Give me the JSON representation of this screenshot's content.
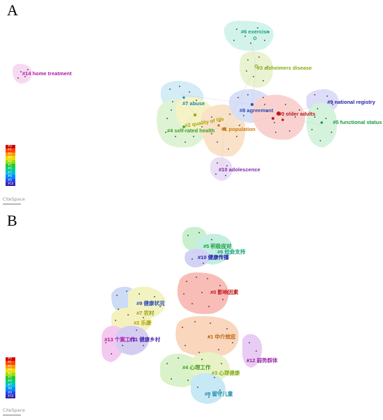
{
  "panel_a": {
    "letter": "A",
    "clusters": [
      {
        "id": "c0",
        "label": "#0 older adults",
        "color": "#c0181b",
        "fill": "#f8c4c0"
      },
      {
        "id": "c1",
        "label": "#1 population",
        "color": "#cc7a12",
        "fill": "#f9d9b6"
      },
      {
        "id": "c2",
        "label": "#2 quality of life",
        "color": "#a8a408",
        "fill": "#f2f0b4"
      },
      {
        "id": "c3",
        "label": "#3 alzheimers disease",
        "color": "#86ac14",
        "fill": "#e3f0c2"
      },
      {
        "id": "c4",
        "label": "#4 self-rated health",
        "color": "#3e9e1c",
        "fill": "#d3efc6"
      },
      {
        "id": "c5",
        "label": "#5 functional status",
        "color": "#1a9a3a",
        "fill": "#c6efd2"
      },
      {
        "id": "c6",
        "label": "#6 exercise",
        "color": "#18a07e",
        "fill": "#c4f0e4"
      },
      {
        "id": "c7",
        "label": "#7 abuse",
        "color": "#1a86aa",
        "fill": "#c6e6f4"
      },
      {
        "id": "c8",
        "label": "#8 agreement",
        "color": "#2c4cb0",
        "fill": "#cad6f6"
      },
      {
        "id": "c9",
        "label": "#9 national registry",
        "color": "#2222aa",
        "fill": "#d2d2f6"
      },
      {
        "id": "c10",
        "label": "#10 adolescence",
        "color": "#7a2aaa",
        "fill": "#e4d2f4"
      },
      {
        "id": "c14",
        "label": "#14 home treatment",
        "color": "#b018a6",
        "fill": "#f4cdee"
      }
    ],
    "legend": [
      "#0",
      "#1",
      "#2",
      "#3",
      "#4",
      "#5",
      "#6",
      "#7",
      "#8",
      "#9",
      "#10"
    ],
    "logo": "CiteSpace"
  },
  "panel_b": {
    "letter": "B",
    "clusters": [
      {
        "id": "b0",
        "label": "#0 影响因素",
        "color": "#c0181b",
        "fill": "#f6a8a0"
      },
      {
        "id": "b1",
        "label": "#1 中介效应",
        "color": "#b8640e",
        "fill": "#f7c9a6"
      },
      {
        "id": "b2",
        "label": "#2 乐康",
        "color": "#a8a408",
        "fill": "#f2eda8"
      },
      {
        "id": "b3",
        "label": "#3 心理健康",
        "color": "#86ac14",
        "fill": "#e0f0b4"
      },
      {
        "id": "b4",
        "label": "#4 心理工作",
        "color": "#3e9e1c",
        "fill": "#cdeeb8"
      },
      {
        "id": "b5",
        "label": "#5 积极应对",
        "color": "#1a9a3a",
        "fill": "#b6ecc0"
      },
      {
        "id": "b6",
        "label": "#6 社会支持",
        "color": "#18a07e",
        "fill": "#b0ead6"
      },
      {
        "id": "b7",
        "label": "#7 农村",
        "color": "#9a9a10",
        "fill": "#eef0b0"
      },
      {
        "id": "b8",
        "label": "#8 留守儿童",
        "color": "#1a86aa",
        "fill": "#b4e2f2"
      },
      {
        "id": "b9",
        "label": "#9 健康状况",
        "color": "#2c4cb0",
        "fill": "#bcd0f4"
      },
      {
        "id": "b10",
        "label": "#10 健康传播",
        "color": "#2222aa",
        "fill": "#c4c4f4"
      },
      {
        "id": "b11",
        "label": "#11 健康乡村",
        "color": "#4a2aaa",
        "fill": "#c8bcf0"
      },
      {
        "id": "b12",
        "label": "#12 弱势群体",
        "color": "#9a2aaa",
        "fill": "#e2bcf0"
      },
      {
        "id": "b13",
        "label": "#13 个案工作",
        "color": "#b018a6",
        "fill": "#f0b8ea"
      }
    ],
    "legend": [
      "#0",
      "#1",
      "#2",
      "#3",
      "#4",
      "#5",
      "#6",
      "#7",
      "#8",
      "#9",
      "#10"
    ],
    "logo": "CiteSpace"
  }
}
